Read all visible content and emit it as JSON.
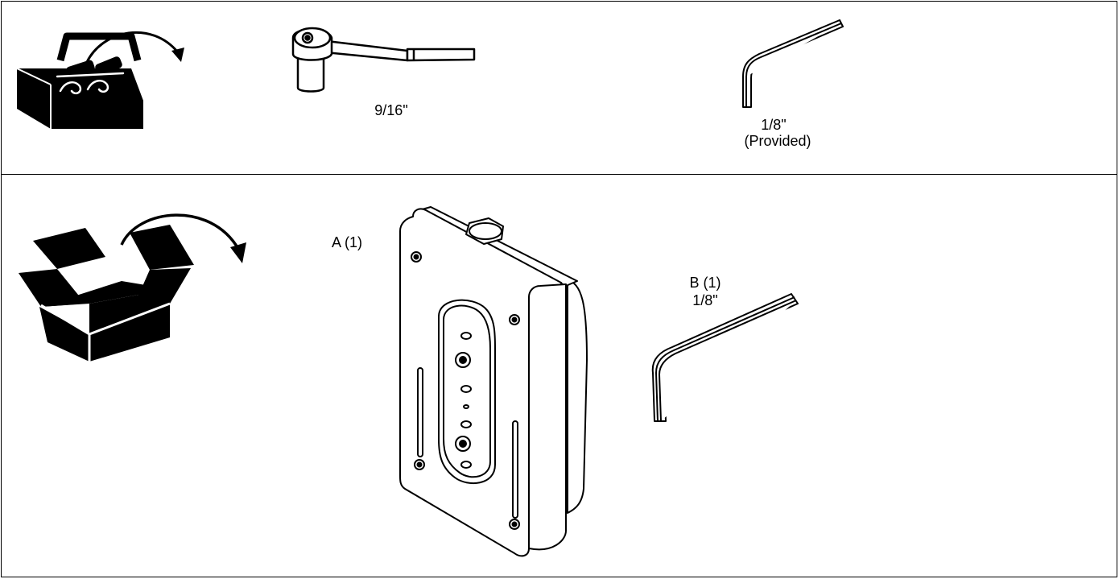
{
  "tools_section": {
    "toolbox_icon": "toolbox-icon",
    "ratchet": {
      "icon": "ratchet-wrench-icon",
      "size_label": "9/16\""
    },
    "hex_key": {
      "icon": "hex-key-icon",
      "size_label": "1/8\"",
      "note_label": "(Provided)"
    }
  },
  "parts_section": {
    "box_icon": "open-box-icon",
    "part_a": {
      "icon": "mounting-plate-icon",
      "label": "A (1)"
    },
    "part_b": {
      "icon": "hex-key-icon",
      "label": "B (1)",
      "size_label": "1/8\""
    }
  },
  "colors": {
    "ink": "#000000",
    "paper": "#ffffff"
  }
}
